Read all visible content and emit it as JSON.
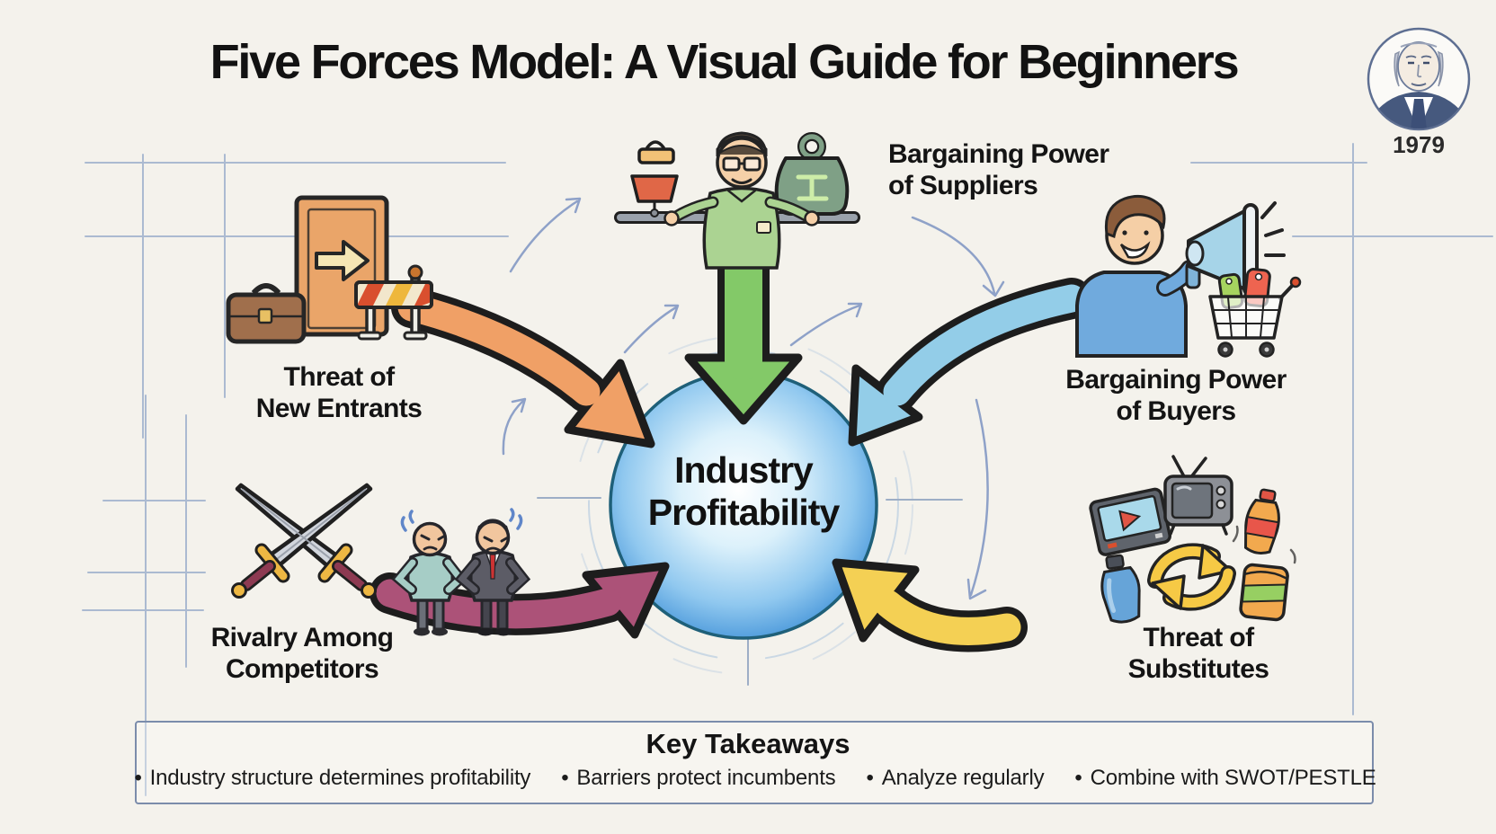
{
  "title": "Five Forces Model: A Visual Guide for Beginners",
  "porter": {
    "year": "1979",
    "portrait_icon": "michael-porter-portrait"
  },
  "center": {
    "line1": "Industry",
    "line2": "Profitability"
  },
  "forces": {
    "suppliers": {
      "label": "Bargaining Power\nof Suppliers",
      "icon": "person-balancing-scales",
      "arrow_color": "#7fc566",
      "arrow_direction": "down-from-top"
    },
    "buyers": {
      "label": "Bargaining Power\nof Buyers",
      "icon": "person-with-megaphone-and-cart",
      "arrow_color": "#93cde8",
      "arrow_direction": "in-from-upper-right"
    },
    "new_entrants": {
      "label": "Threat of\nNew Entrants",
      "icon": "door-briefcase-barrier",
      "arrow_color": "#f0a066",
      "arrow_direction": "in-from-upper-left"
    },
    "rivalry": {
      "label": "Rivalry Among\nCompetitors",
      "icon": "crossed-swords-and-rivals",
      "arrow_color": "#ac5278",
      "arrow_direction": "in-from-lower-left"
    },
    "substitutes": {
      "label": "Threat of\nSubstitutes",
      "icon": "products-swap-cycle",
      "arrow_color": "#f4d054",
      "arrow_direction": "in-from-lower-right"
    }
  },
  "takeaways": {
    "heading": "Key Takeaways",
    "bullet": "•",
    "items": [
      "Industry structure determines profitability",
      "Barriers protect incumbents",
      "Analyze regularly",
      "Combine with SWOT/PESTLE"
    ]
  },
  "colors": {
    "background": "#f4f2ec",
    "center_circle": "#4f9bdc",
    "text": "#141414",
    "sketch_line": "#8ea4c6"
  }
}
